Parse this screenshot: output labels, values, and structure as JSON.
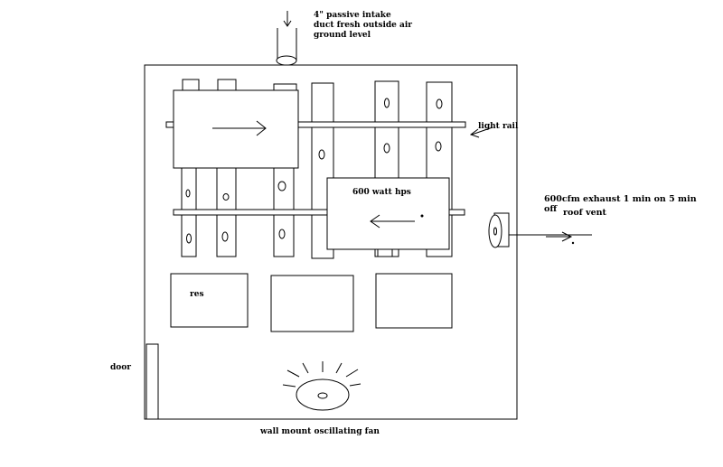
{
  "labels": {
    "intake": "4\" passive intake duct fresh outside air ground level",
    "light_rail": "light rail",
    "hps": "600 watt hps",
    "exhaust": "600cfm exhaust  1 min on 5 min",
    "exhaust_off": "off",
    "roof_vent": "roof vent",
    "reservoir": "res",
    "door": "door",
    "fan": "wall mount oscillating fan"
  },
  "colors": {
    "stroke": "#000000",
    "background": "#ffffff"
  }
}
